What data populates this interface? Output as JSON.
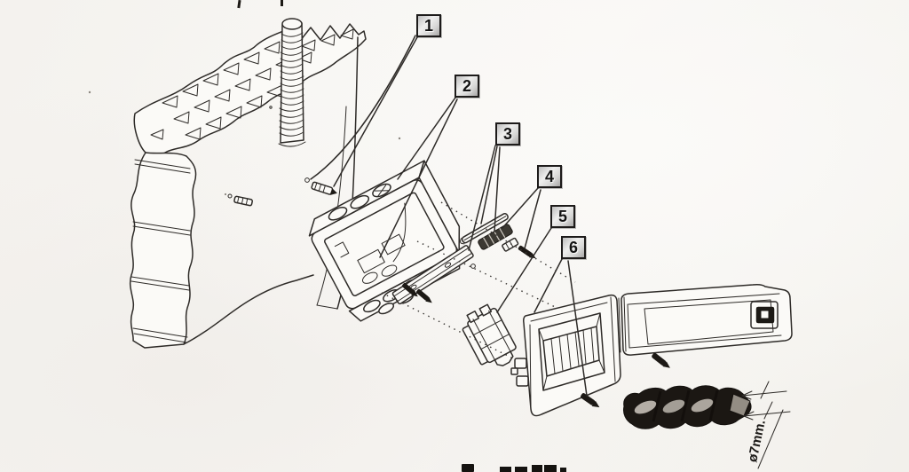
{
  "figure": {
    "type": "exploded-assembly-diagram",
    "description": "Installation diagram: flush-mounting electrical distribution box, DIN rail, module and framed door fitted into a hollow-brick wall; 7 mm drill bit shown below"
  },
  "callouts": [
    {
      "label": "1"
    },
    {
      "label": "2"
    },
    {
      "label": "3"
    },
    {
      "label": "4"
    },
    {
      "label": "5"
    },
    {
      "label": "6"
    }
  ],
  "dimension": {
    "label": "ø7mm."
  },
  "colors": {
    "paper": "#f6f4f0",
    "ink": "#2e2b28",
    "drill_dark": "#1b1713",
    "callout_face": "#ececec",
    "callout_edge": "#1d1b1a"
  }
}
